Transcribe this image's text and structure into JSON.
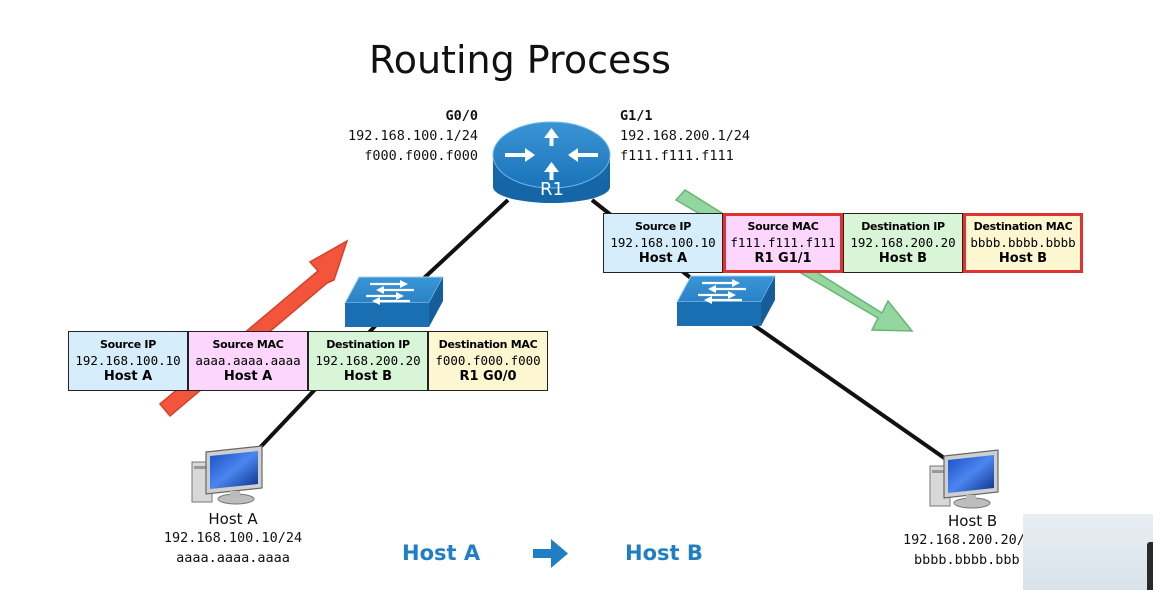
{
  "title": "Routing Process",
  "router": {
    "label": "R1",
    "g00": {
      "name": "G0/0",
      "ip": "192.168.100.1/24",
      "mac": "f000.f000.f000"
    },
    "g11": {
      "name": "G1/1",
      "ip": "192.168.200.1/24",
      "mac": "f111.f111.f111"
    }
  },
  "host_a": {
    "name": "Host A",
    "ip": "192.168.100.10/24",
    "mac": "aaaa.aaaa.aaaa"
  },
  "host_b": {
    "name": "Host B",
    "ip": "192.168.200.20/",
    "mac": "bbbb.bbbb.bbb"
  },
  "frame_left": [
    {
      "label": "Source IP",
      "value": "192.168.100.10",
      "name": "Host A"
    },
    {
      "label": "Source MAC",
      "value": "aaaa.aaaa.aaaa",
      "name": "Host A"
    },
    {
      "label": "Destination IP",
      "value": "192.168.200.20",
      "name": "Host B"
    },
    {
      "label": "Destination MAC",
      "value": "f000.f000.f000",
      "name": "R1 G0/0"
    }
  ],
  "frame_right": [
    {
      "label": "Source IP",
      "value": "192.168.100.10",
      "name": "Host A"
    },
    {
      "label": "Source MAC",
      "value": "f111.f111.f111",
      "name": "R1 G1/1"
    },
    {
      "label": "Destination IP",
      "value": "192.168.200.20",
      "name": "Host B"
    },
    {
      "label": "Destination MAC",
      "value": "bbbb.bbbb.bbbb",
      "name": "Host B"
    }
  ],
  "flow": {
    "from": "Host A",
    "to": "Host B"
  },
  "colors": {
    "router_blue": "#1a73b8",
    "arrow_red": "#f2553c",
    "arrow_green": "#8fd49a",
    "highlight": "#e0322f",
    "flow_text": "#1f7ec4"
  }
}
